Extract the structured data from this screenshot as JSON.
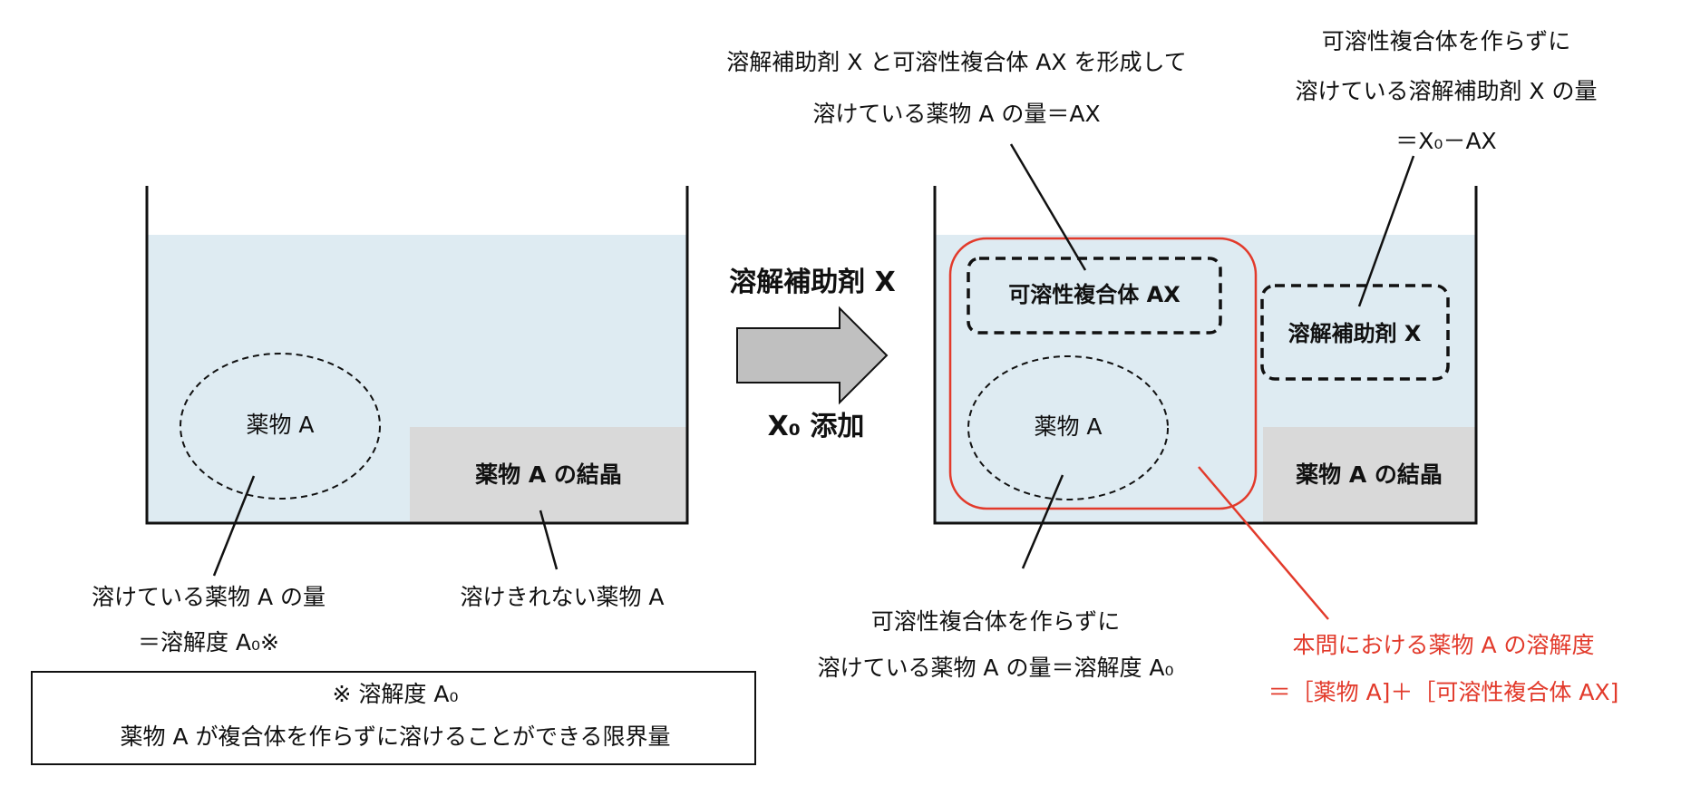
{
  "left_beaker": {
    "drug_label": "薬物 A",
    "crystal_label": "薬物 A の結晶",
    "dissolved_label_line1": "溶けている薬物 A の量",
    "dissolved_label_line2": "＝溶解度 A₀※",
    "undissolved_label": "溶けきれない薬物 A"
  },
  "note": {
    "title": "※ 溶解度 A₀",
    "body": "薬物 A が複合体を作らずに溶けることができる限界量"
  },
  "arrow": {
    "reagent": "溶解補助剤 X",
    "amount": "X₀ 添加"
  },
  "right_beaker": {
    "complex_box_label": "可溶性複合体 AX",
    "free_x_box_label": "溶解補助剤 X",
    "drug_label": "薬物 A",
    "crystal_label": "薬物 A の結晶",
    "complex_note_line1": "溶解補助剤 X と可溶性複合体 AX を形成して",
    "complex_note_line2": "溶けている薬物 A の量＝AX",
    "free_x_note_line1": "可溶性複合体を作らずに",
    "free_x_note_line2": "溶けている溶解補助剤 X の量",
    "free_x_note_line3": "＝X₀－AX",
    "free_drug_note_line1": "可溶性複合体を作らずに",
    "free_drug_note_line2": "溶けている薬物 A の量＝溶解度 A₀",
    "solubility_line1": "本問における薬物 A の溶解度",
    "solubility_line2": "＝［薬物 A]＋［可溶性複合体 AX]"
  },
  "colors": {
    "liquid": "#deebf2",
    "crystal": "#d9d9d9",
    "arrow_fill": "#c0c0c0",
    "highlight_red": "#e23a2b",
    "line": "#111111"
  }
}
